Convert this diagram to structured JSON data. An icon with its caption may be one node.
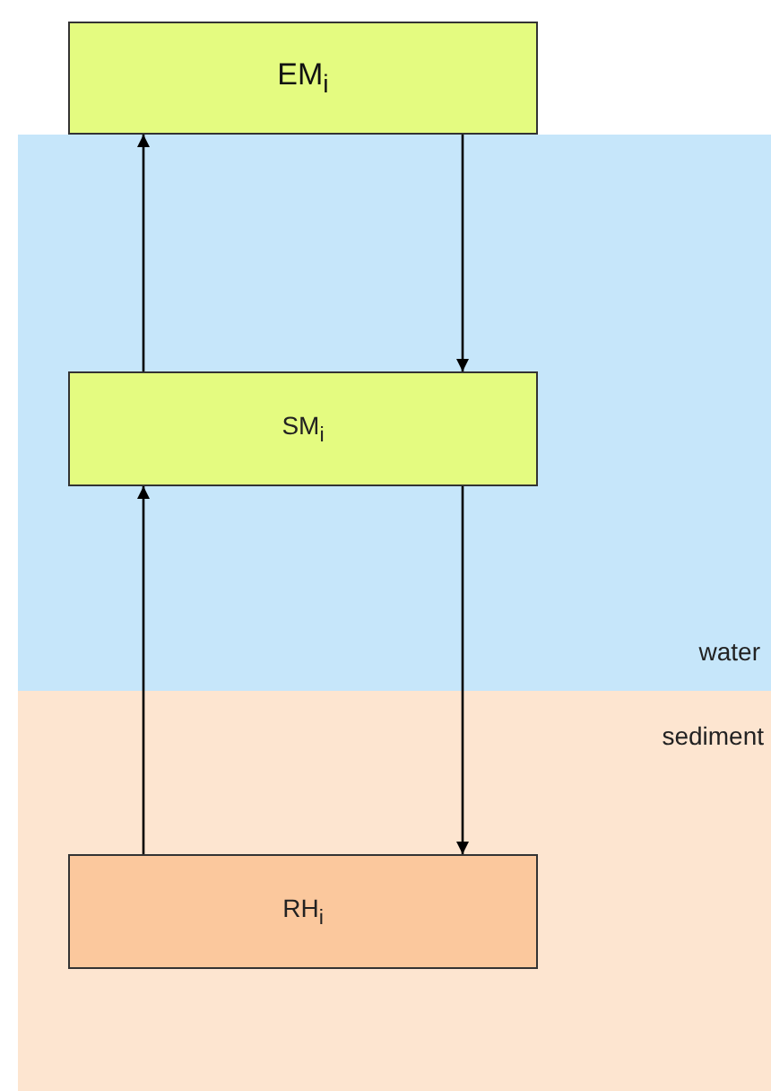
{
  "diagram": {
    "nodes": [
      {
        "text": [
          "EM$_{i}$"
        ]
      },
      {
        "text": [
          "water"
        ]
      },
      {
        "text": [
          "SM$_{i}$"
        ],
        "in": 1
      },
      {
        "text": [
          "sediment"
        ]
      },
      {
        "text": [
          "RH$_{i}$"
        ],
        "in": 3
      }
    ],
    "edges": [
      {
        "from": 2,
        "to": 0,
        "arrow": "to"
      },
      {
        "from": 0,
        "to": 2,
        "arrow": "to"
      },
      {
        "from": 4,
        "to": 2,
        "arrow": "to"
      },
      {
        "from": 2,
        "to": 4,
        "arrow": "to"
      }
    ]
  }
}
